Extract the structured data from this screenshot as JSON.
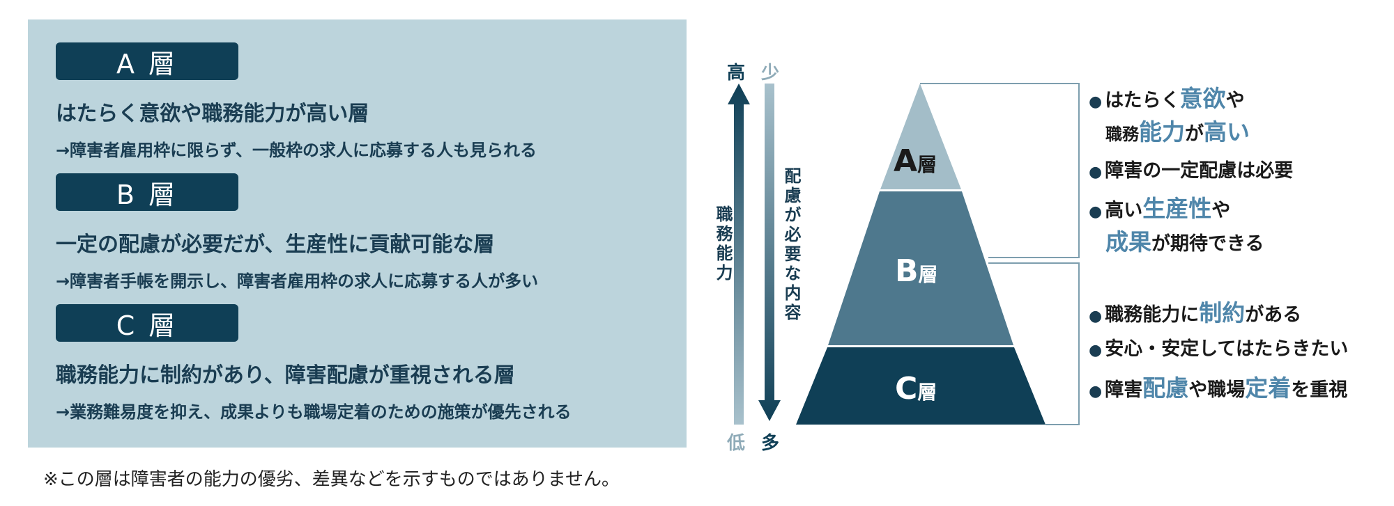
{
  "tiers_panel": {
    "tiers": [
      {
        "pill": "A 層",
        "heading": "はたらく意欲や職務能力が高い層",
        "note": "→障害者雇用枠に限らず、一般枠の求人に応募する人も見られる"
      },
      {
        "pill": "B 層",
        "heading": "一定の配慮が必要だが、生産性に貢献可能な層",
        "note": "→障害者手帳を開示し、障害者雇用枠の求人に応募する人が多い"
      },
      {
        "pill": "C 層",
        "heading": "職務能力に制約があり、障害配慮が重視される層",
        "note": "→業務難易度を抑え、成果よりも職場定着のための施策が優先される"
      }
    ]
  },
  "footnote": "※この層は障害者の能力の優劣、差異などを示すものではありません。",
  "axes": {
    "ability": {
      "top": "高",
      "bottom": "低",
      "label": "職務能力"
    },
    "accommodation": {
      "top": "少",
      "bottom": "多",
      "label": "配慮が必要な内容"
    }
  },
  "pyramid": {
    "tiers": [
      {
        "letter": "A",
        "suffix": "層",
        "color": "#a3bdc8",
        "text_color": "#1a1a1a"
      },
      {
        "letter": "B",
        "suffix": "層",
        "color": "#4e788d",
        "text_color": "#ffffff"
      },
      {
        "letter": "C",
        "suffix": "層",
        "color": "#0f3f56",
        "text_color": "#ffffff"
      }
    ]
  },
  "bullets_top": {
    "b1_a": "はたらく",
    "b1_hl": "意欲",
    "b1_b": "や",
    "b1_c": "職務",
    "b1_hl2": "能力",
    "b1_d": "が",
    "b1_hl3": "高い",
    "b2": "障害の一定配慮は必要",
    "b3_a": "高い",
    "b3_hl": "生産性",
    "b3_b": "や",
    "b3_hl2": "成果",
    "b3_c": "が期待できる"
  },
  "bullets_bottom": {
    "b4_a": "職務能力に",
    "b4_hl": "制約",
    "b4_b": "がある",
    "b5": "安心・安定してはたらきたい",
    "b6_a": "障害",
    "b6_hl": "配慮",
    "b6_b": "や職場",
    "b6_hl2": "定着",
    "b6_c": "を重視"
  },
  "colors": {
    "panel_bg": "#bcd4dc",
    "navy": "#0f3f56",
    "mid": "#4e788d",
    "light": "#a3bdc8",
    "highlight": "#4f86aa"
  }
}
